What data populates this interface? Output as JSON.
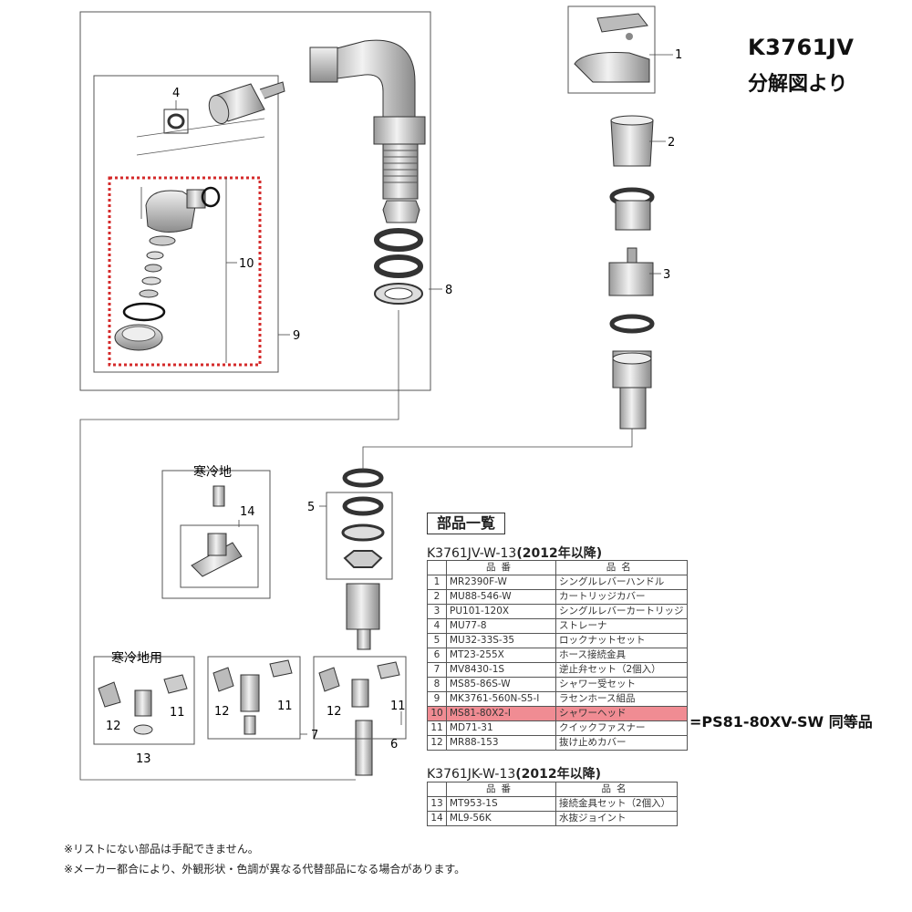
{
  "header": {
    "model": "K3761JV",
    "subtitle": "分解図より"
  },
  "callouts": [
    "1",
    "2",
    "3",
    "4",
    "5",
    "6",
    "7",
    "8",
    "9",
    "10",
    "11",
    "12",
    "13",
    "14"
  ],
  "regions": {
    "cold_area": "寒冷地",
    "cold_area_use": "寒冷地用"
  },
  "parts_list": {
    "title": "部品一覧",
    "main_model": "K3761JV-W-13",
    "main_model_suffix": "(2012年以降)",
    "headers": {
      "part_number": "品番",
      "part_name": "品名"
    },
    "rows": [
      {
        "no": "1",
        "code": "MR2390F-W",
        "name": "シングルレバーハンドル"
      },
      {
        "no": "2",
        "code": "MU88-546-W",
        "name": "カートリッジカバー"
      },
      {
        "no": "3",
        "code": "PU101-120X",
        "name": "シングルレバーカートリッジ"
      },
      {
        "no": "4",
        "code": "MU77-8",
        "name": "ストレーナ"
      },
      {
        "no": "5",
        "code": "MU32-33S-35",
        "name": "ロックナットセット"
      },
      {
        "no": "6",
        "code": "MT23-255X",
        "name": "ホース接続金具"
      },
      {
        "no": "7",
        "code": "MV8430-1S",
        "name": "逆止弁セット（2個入）"
      },
      {
        "no": "8",
        "code": "MS85-86S-W",
        "name": "シャワー受セット"
      },
      {
        "no": "9",
        "code": "MK3761-560N-S5-I",
        "name": "ラセンホース組品"
      },
      {
        "no": "10",
        "code": "MS81-80X2-I",
        "name": "シャワーヘッド"
      },
      {
        "no": "11",
        "code": "MD71-31",
        "name": "クイックファスナー"
      },
      {
        "no": "12",
        "code": "MR88-153",
        "name": "抜け止めカバー"
      }
    ],
    "highlight_no": "10",
    "cold_model": "K3761JK-W-13",
    "cold_model_suffix": "(2012年以降)",
    "cold_rows": [
      {
        "no": "13",
        "code": "MT953-1S",
        "name": "接続金具セット（2個入）"
      },
      {
        "no": "14",
        "code": "ML9-56K",
        "name": "水抜ジョイント"
      }
    ]
  },
  "equivalent_note": "=PS81-80XV-SW 同等品",
  "notes": [
    "※リストにない部品は手配できません。",
    "※メーカー都合により、外観形状・色調が異なる代替部品になる場合があります。"
  ],
  "colors": {
    "highlight": "#f08c93",
    "dotted_box": "#d42a2a",
    "line": "#444444"
  }
}
